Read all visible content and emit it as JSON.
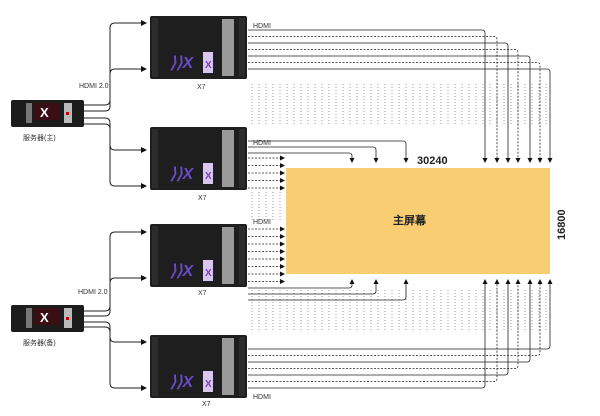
{
  "servers": [
    {
      "label": "服务器(主)",
      "link_label": "HDMI 2.0"
    },
    {
      "label": "服务器(备)",
      "link_label": "HDMI 2.0"
    }
  ],
  "processors": [
    {
      "label": "X7",
      "hdmi_label": "HDMI"
    },
    {
      "label": "X7",
      "hdmi_label": "HDMI"
    },
    {
      "label": "X7",
      "hdmi_label": "HDMI"
    },
    {
      "label": "X7",
      "hdmi_label": "HDMI"
    }
  ],
  "screen": {
    "label": "主屏幕",
    "width_label": "30240",
    "height_label": "16800",
    "color": "#F9CD72"
  },
  "colors": {
    "device": "#1e1e1e",
    "logo": "#6a4cc9",
    "line": "#222222"
  }
}
